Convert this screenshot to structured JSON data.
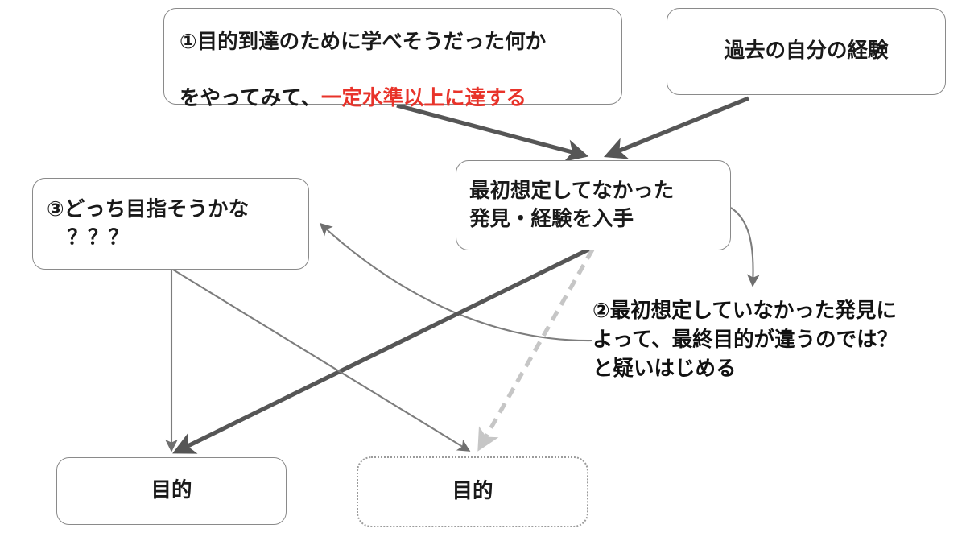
{
  "diagram": {
    "title": "goal-revision-flow",
    "background_color": "#ffffff",
    "colors": {
      "box_border": "#8a8a8a",
      "dotted_box_border": "#9b9b9b",
      "text": "#1a1a1a",
      "highlight_red": "#e8332a",
      "thick_arrow": "#565656",
      "thin_arrow": "#7d7d7d",
      "dashed_arrow": "#c6c6c6"
    },
    "nodes": {
      "achieve": {
        "id": "achieve",
        "text_line1": "①目的到達のために学べそうだった何か",
        "text_line2_prefix": "をやってみて、",
        "text_line2_highlight": "一定水準以上に達する",
        "border_style": "solid"
      },
      "past_experience": {
        "id": "past-experience",
        "text": "過去の自分の経験",
        "border_style": "solid"
      },
      "discovery": {
        "id": "discovery",
        "text": "最初想定してなかった\n発見・経験を入手",
        "border_style": "solid"
      },
      "which_goal": {
        "id": "which-goal",
        "text": "③どっち目指そうかな\n　？？？",
        "border_style": "solid"
      },
      "goal_solid": {
        "id": "goal-current",
        "text": "目的",
        "border_style": "solid"
      },
      "goal_dotted": {
        "id": "goal-new",
        "text": "目的",
        "border_style": "dotted"
      }
    },
    "annotations": {
      "doubt": "②最初想定していなかった発見に\nよって、最終目的が違うのでは？\nと疑いはじめる"
    },
    "edges": [
      {
        "id": "achieve-to-discovery",
        "from": "achieve",
        "to": "discovery",
        "style": "thick-solid",
        "color": "#565656"
      },
      {
        "id": "past-to-discovery",
        "from": "past_experience",
        "to": "discovery",
        "style": "thick-solid",
        "color": "#565656"
      },
      {
        "id": "discovery-to-doubt",
        "from": "discovery",
        "to": "doubt",
        "style": "thin-curved",
        "color": "#7d7d7d"
      },
      {
        "id": "doubt-to-which",
        "from": "doubt",
        "to": "which_goal",
        "style": "thin-curved",
        "color": "#7d7d7d"
      },
      {
        "id": "discovery-to-goal-solid",
        "from": "discovery",
        "to": "goal_solid",
        "style": "thick-solid",
        "color": "#565656"
      },
      {
        "id": "discovery-to-goal-dotted",
        "from": "discovery",
        "to": "goal_dotted",
        "style": "thick-dashed",
        "color": "#c6c6c6"
      },
      {
        "id": "which-to-goal-solid",
        "from": "which_goal",
        "to": "goal_solid",
        "style": "thin-solid",
        "color": "#7d7d7d"
      },
      {
        "id": "which-to-goal-dotted",
        "from": "which_goal",
        "to": "goal_dotted",
        "style": "thin-solid",
        "color": "#7d7d7d"
      }
    ]
  }
}
